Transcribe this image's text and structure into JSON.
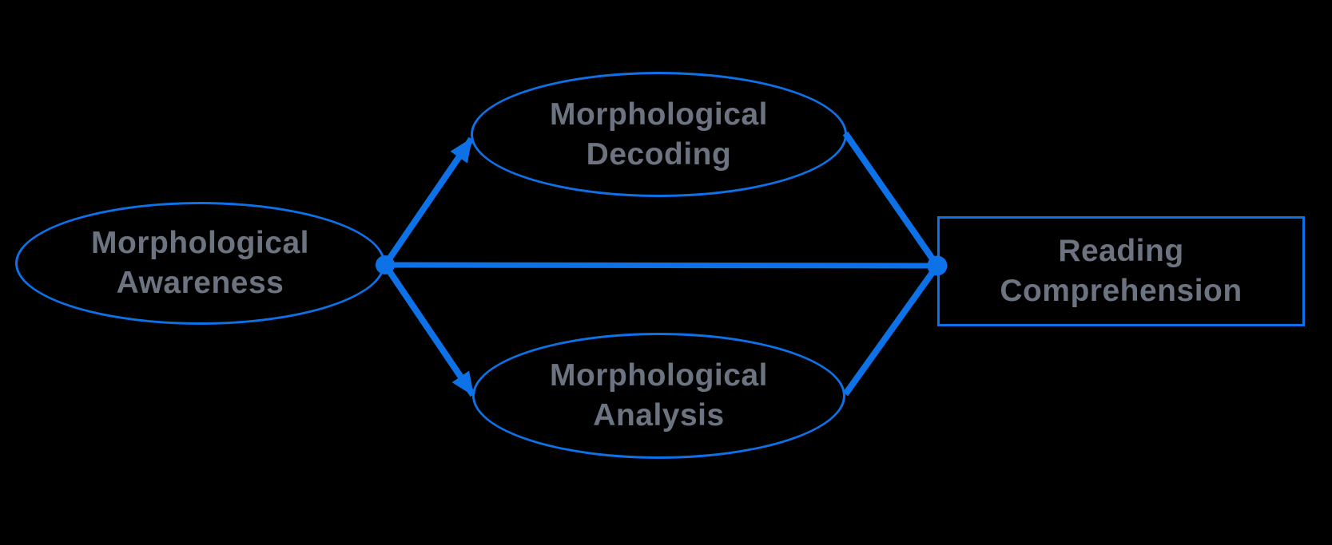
{
  "diagram": {
    "background_color": "#000000",
    "accent_color": "#0d72e8",
    "text_color": "#6b7480",
    "nodes": {
      "awareness": {
        "label": "Morphological\nAwareness",
        "shape": "ellipse"
      },
      "decoding": {
        "label": "Morphological\nDecoding",
        "shape": "ellipse"
      },
      "analysis": {
        "label": "Morphological\nAnalysis",
        "shape": "ellipse"
      },
      "outcome": {
        "label": "Reading\nComprehension",
        "shape": "rectangle"
      }
    },
    "edges": [
      {
        "from": "Morphological Awareness",
        "to": "Morphological Decoding",
        "type": "arrow"
      },
      {
        "from": "Morphological Awareness",
        "to": "Morphological Analysis",
        "type": "arrow"
      },
      {
        "from": "Morphological Awareness",
        "to": "Reading Comprehension",
        "type": "line"
      },
      {
        "from": "Morphological Decoding",
        "to": "Reading Comprehension",
        "type": "line"
      },
      {
        "from": "Morphological Analysis",
        "to": "Reading Comprehension",
        "type": "line"
      }
    ]
  }
}
